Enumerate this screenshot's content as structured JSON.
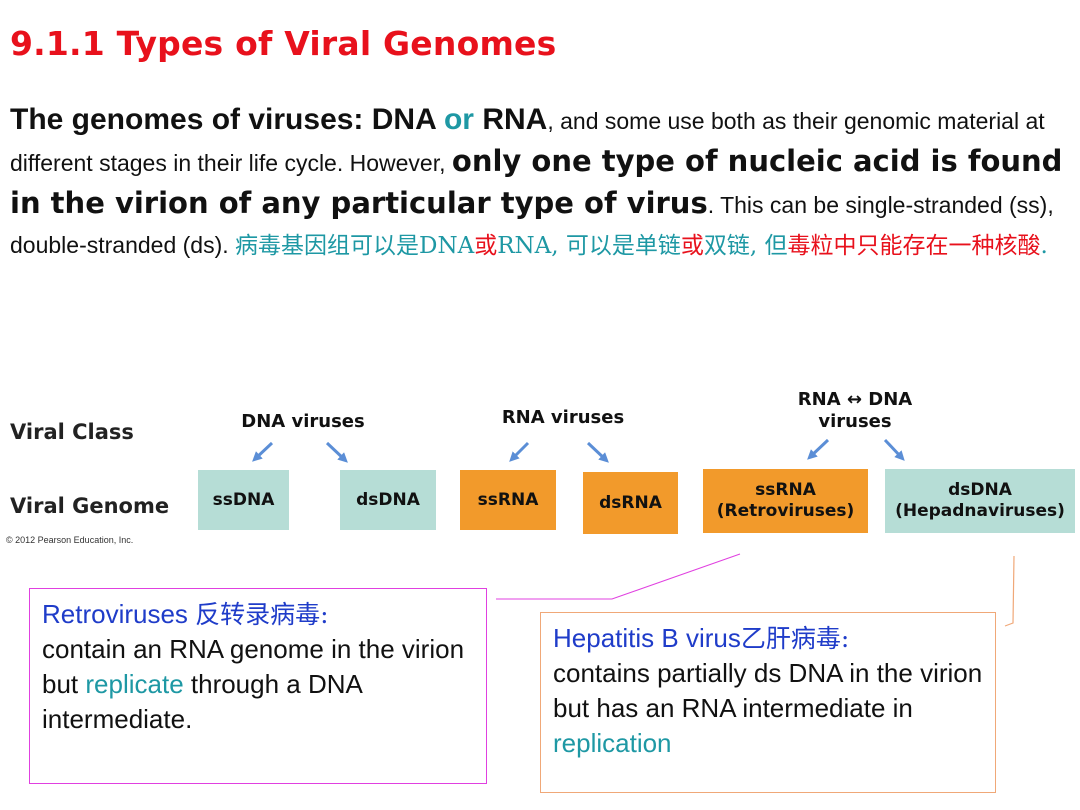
{
  "title": "9.1.1 Types of Viral Genomes",
  "paragraph": {
    "s1": "The genomes of viruses: DNA ",
    "s2": "or",
    "s3": " RNA",
    "s4": ", and some use both as their genomic material at different stages in their life cycle. However, ",
    "s5": "only one type of nucleic acid is found in the virion of any particular type of virus",
    "s6": ". This can be single-stranded (ss), double-stranded (ds). ",
    "c1": "病毒基因组可以是DNA",
    "c2": "或",
    "c3": "RNA, 可以是单链",
    "c4": "或",
    "c5": "双链, 但",
    "c6": "毒粒中只能存在一种核酸",
    "c7": "."
  },
  "diagram": {
    "row_labels": {
      "viral_class": "Viral Class",
      "viral_genome": "Viral Genome"
    },
    "class_headers": {
      "dna": "DNA viruses",
      "rna": "RNA viruses",
      "rna_dna_line1": "RNA ↔ DNA",
      "rna_dna_line2": "viruses"
    },
    "genomes": {
      "ssdna": "ssDNA",
      "dsdna": "dsDNA",
      "ssrna": "ssRNA",
      "dsrna": "dsRNA",
      "ssrna_retro_line1": "ssRNA",
      "ssrna_retro_line2": "(Retroviruses)",
      "dsdna_hepad_line1": "dsDNA",
      "dsdna_hepad_line2": "(Hepadnaviruses)"
    },
    "copyright": "© 2012 Pearson Education, Inc.",
    "colors": {
      "teal_box": "#b6ddd6",
      "orange_box": "#f29a2b",
      "arrow": "#5b8ed6"
    }
  },
  "callouts": {
    "retro": {
      "head_en": "Retroviruses ",
      "head_cn": "反转录病毒:",
      "t1": "contain an RNA genome in the virion but ",
      "t2": "replicate",
      "t3": " through a DNA intermediate."
    },
    "hepb": {
      "head_en": "Hepatitis B virus",
      "head_cn": "乙肝病毒:",
      "t1": "contains partially ds DNA in the virion but has an RNA intermediate in ",
      "t2": "replication"
    }
  },
  "colors": {
    "title_red": "#e8111c",
    "teal": "#1e98a4",
    "callout_blue": "#1f3cc9",
    "magenta_border": "#e040e0",
    "peach_border": "#f0a878"
  }
}
